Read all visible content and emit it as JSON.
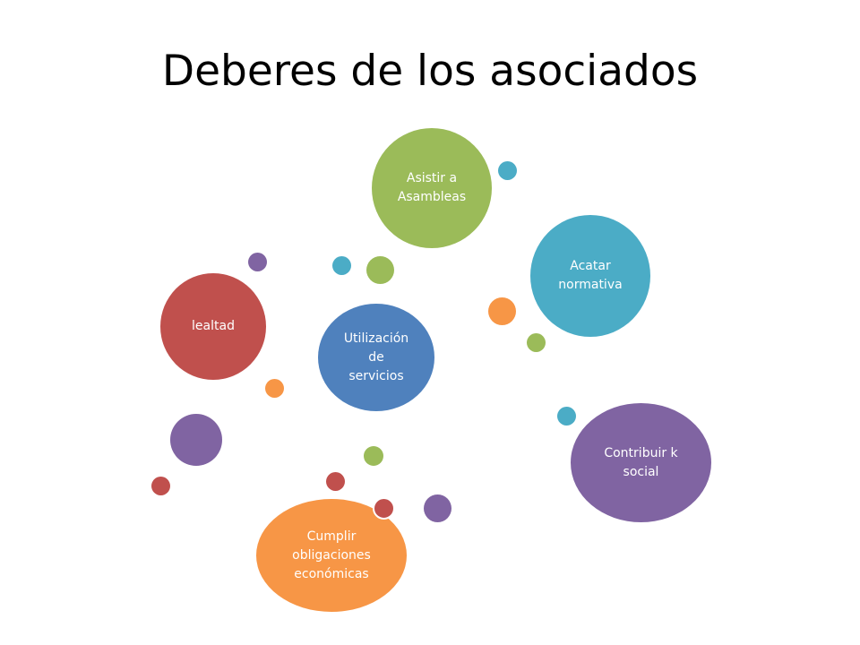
{
  "title": "Deberes de los asociados",
  "colors": {
    "green": "#9BBB59",
    "blue": "#4BACC6",
    "dark_blue": "#4F81BD",
    "red": "#C0504D",
    "purple": "#8064A2",
    "orange": "#F79646"
  },
  "bubbles": [
    {
      "label": "Asistir a\nAsambleas",
      "color": "green"
    },
    {
      "label": "Acatar\nnormativa",
      "color": "blue"
    },
    {
      "label": "Utilización\nde\nservicios",
      "color": "dark_blue"
    },
    {
      "label": "lealtad",
      "color": "red"
    },
    {
      "label": "Contribuir k\nsocial",
      "color": "purple"
    },
    {
      "label": "Cumplir\nobligaciones\neconómicas",
      "color": "orange"
    }
  ]
}
